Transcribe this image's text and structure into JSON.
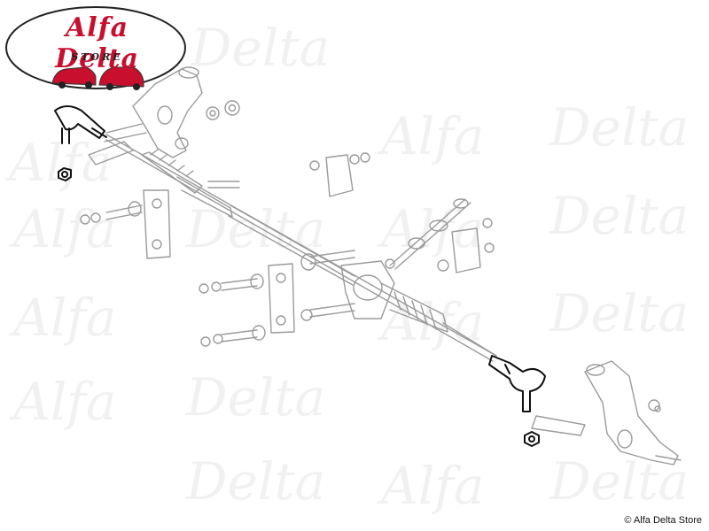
{
  "logo": {
    "title": "Alfa Delta",
    "subtitle": "STORE",
    "brand_color": "#c8102e"
  },
  "watermark": {
    "text_a": "Alfa",
    "text_b": "Delta"
  },
  "copyright": "© Alfa Delta Store",
  "highlight_parts": [
    "left tie rod end",
    "left ball joint nut",
    "right tie rod end",
    "right ball joint nut"
  ],
  "colors": {
    "line_art": "#9a9a9a",
    "highlight": "#111111",
    "watermark": "#f1f1f1"
  }
}
